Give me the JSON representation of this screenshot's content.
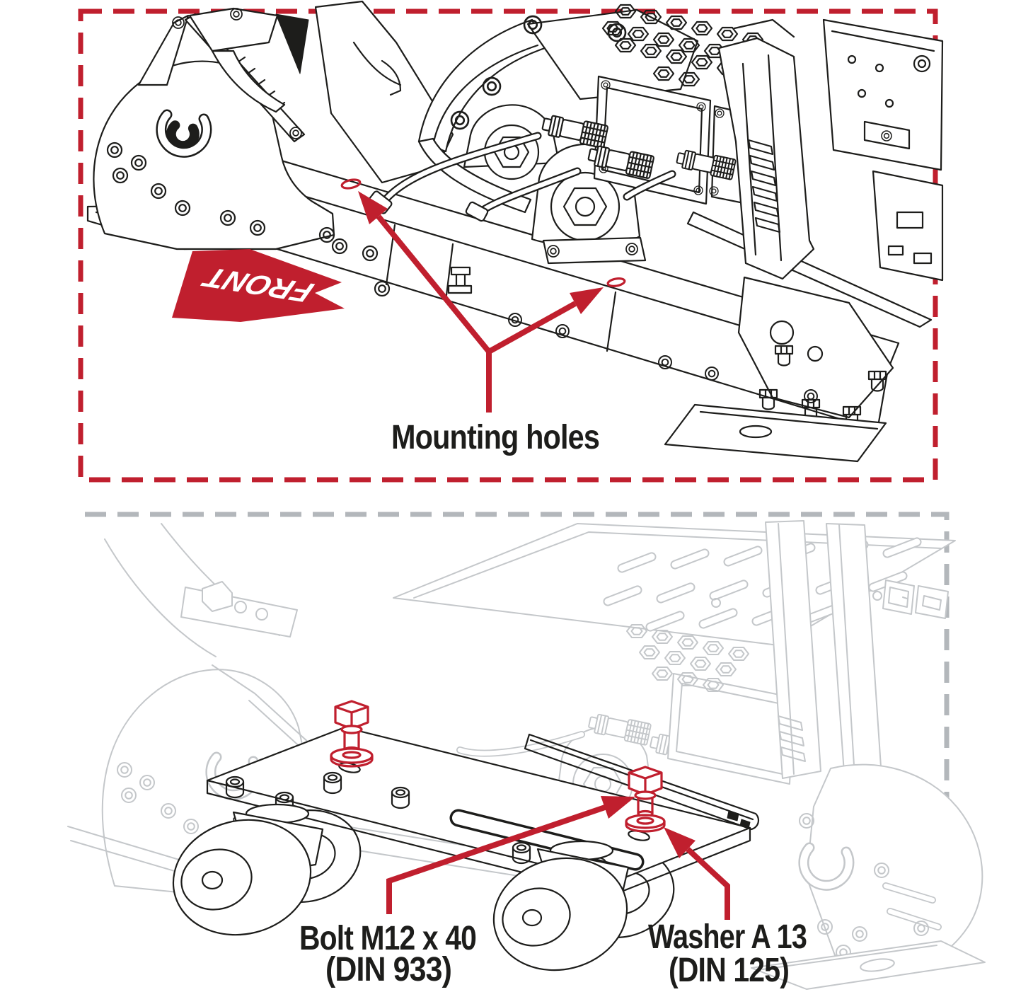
{
  "colors": {
    "red": "#c01f2e",
    "ink": "#1d1d1b",
    "gray": "#c4c7ca",
    "graydash": "#b3b7bb"
  },
  "top_panel": {
    "front_label": "FRONT",
    "mounting_label": "Mounting holes"
  },
  "bottom_panel": {
    "bolt_label_line1": "Bolt M12 x 40",
    "bolt_label_line2": "(DIN 933)",
    "washer_label_line1": "Washer A 13",
    "washer_label_line2": "(DIN 125)"
  }
}
